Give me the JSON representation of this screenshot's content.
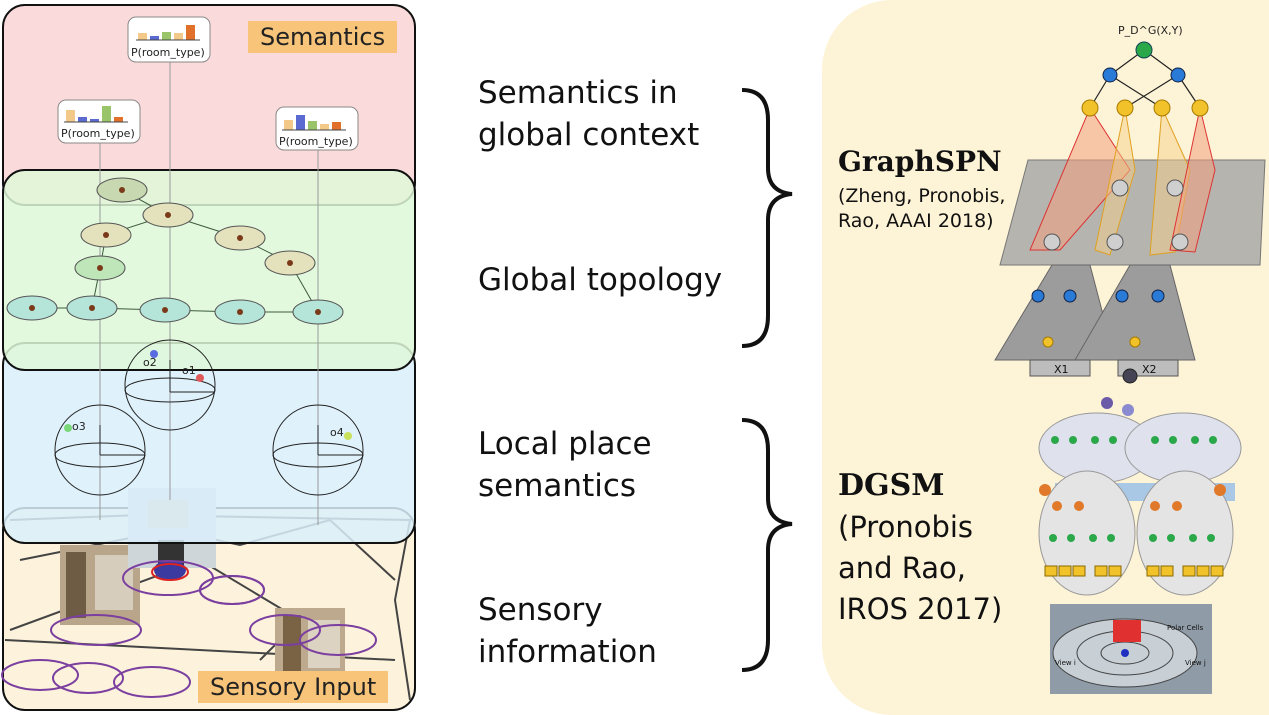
{
  "left_panel": {
    "semantics_tag": "Semantics",
    "sensory_tag": "Sensory Input",
    "histogram_label": "P(room_type)",
    "object_labels": [
      "o1",
      "o2",
      "o3",
      "o4"
    ]
  },
  "middle": {
    "semantics_line1": "Semantics in",
    "semantics_line2": "global context",
    "topology": "Global topology",
    "local_line1": "Local place",
    "local_line2": "semantics",
    "sensory_line1": "Sensory",
    "sensory_line2": "information"
  },
  "right_panel": {
    "graphspn_title": "GraphSPN",
    "graphspn_ref1": "(Zheng, Pronobis,",
    "graphspn_ref2": "Rao, AAAI 2018)",
    "dgsm_title": "DGSM",
    "dgsm_ref1": "(Pronobis",
    "dgsm_ref2": "and Rao,",
    "dgsm_ref3": "IROS 2017)",
    "root_label": "P_D^G(X,Y)",
    "x1_label": "X1",
    "x2_label": "X2",
    "view_i": "View i",
    "view_j": "View j",
    "polar_cells": "Polar Cells"
  },
  "colors": {
    "semantics_bg": "#fadada",
    "topology_bg": "#def8d8",
    "local_bg": "#d9eefa",
    "sensory_bg": "#fdf3dc",
    "right_bg": "#fdf3d6",
    "tag_bg": "#f7c47a"
  }
}
